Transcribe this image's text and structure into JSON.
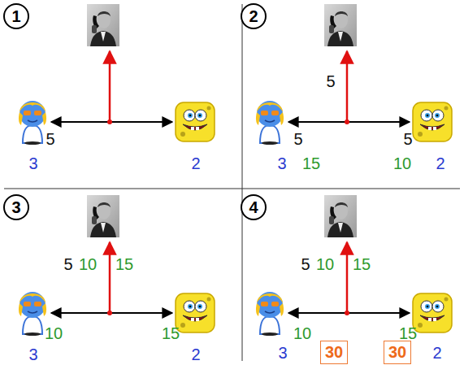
{
  "diagram": {
    "nodes": [
      {
        "text": [
          "1"
        ]
      },
      {
        "text": [
          "2"
        ]
      },
      {
        "text": [
          "3"
        ]
      },
      {
        "text": [
          "4"
        ]
      },
      {
        "text": [
          "30"
        ]
      },
      {
        "text": [
          "30"
        ]
      }
    ],
    "labels": [
      "5",
      "3",
      "2",
      "5",
      "5",
      "5",
      "3",
      "15",
      "10",
      "2",
      "5",
      "10",
      "15",
      "10",
      "15",
      "3",
      "2",
      "5",
      "10",
      "15",
      "10",
      "15",
      "3",
      "2"
    ]
  }
}
